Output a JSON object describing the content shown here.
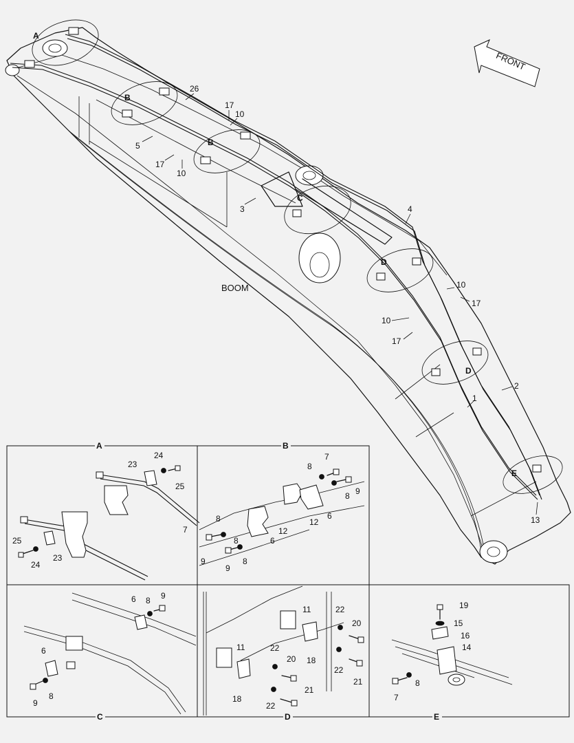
{
  "main_labels": {
    "boom": "BOOM",
    "front": "FRONT"
  },
  "callouts": {
    "A_main": "A",
    "B1": "B",
    "B2": "B",
    "C_main": "C",
    "D1": "D",
    "D2": "D",
    "E_main": "E",
    "p26": "26",
    "p17a": "17",
    "p10a": "10",
    "p5": "5",
    "p17b": "17",
    "p10b": "10",
    "p3": "3",
    "p4": "4",
    "p10c": "10",
    "p17c": "17",
    "p10d": "10",
    "p17d": "17",
    "p2": "2",
    "p1": "1",
    "p13": "13"
  },
  "panels": {
    "A": {
      "title": "A",
      "labels": [
        "23",
        "24",
        "25",
        "25",
        "24",
        "23"
      ]
    },
    "B": {
      "title": "B",
      "labels": [
        "7",
        "8",
        "9",
        "8",
        "6",
        "12",
        "8",
        "7",
        "8",
        "6",
        "12",
        "9",
        "8",
        "9"
      ]
    },
    "C": {
      "title": "C",
      "labels": [
        "6",
        "8",
        "9",
        "6",
        "9",
        "8"
      ]
    },
    "D": {
      "title": "D",
      "labels": [
        "11",
        "22",
        "20",
        "18",
        "22",
        "21",
        "11",
        "22",
        "20",
        "18",
        "22",
        "21"
      ]
    },
    "E": {
      "title": "E",
      "labels": [
        "19",
        "15",
        "16",
        "14",
        "7",
        "8"
      ]
    }
  }
}
